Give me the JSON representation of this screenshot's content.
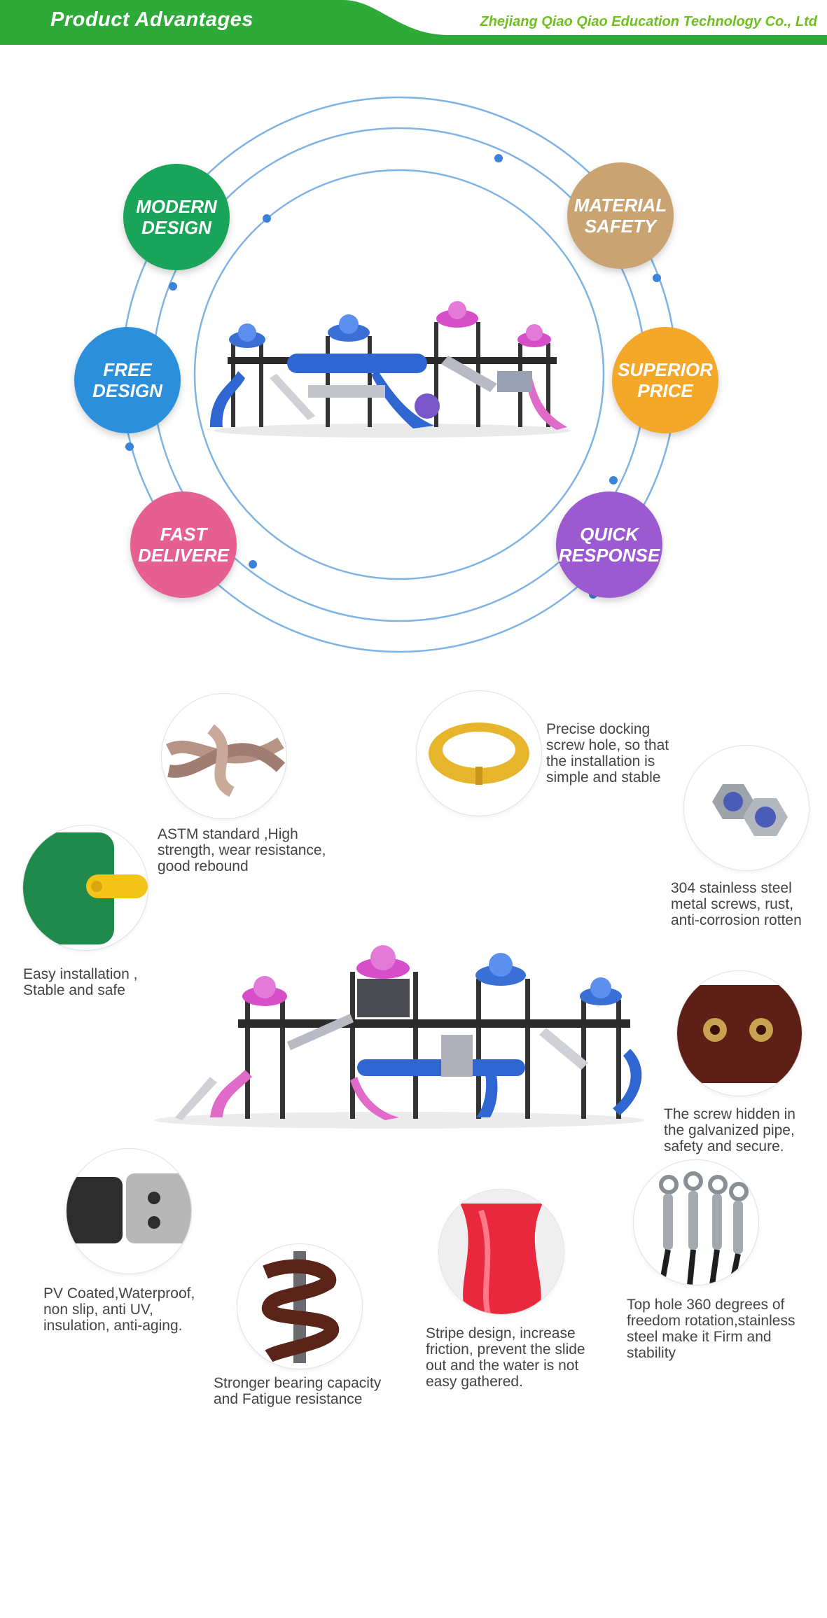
{
  "header": {
    "title": "Product Advantages",
    "company": "Zhejiang Qiao Qiao Education Technology Co., Ltd",
    "colors": {
      "bar": "#2eaa38",
      "company_text": "#6fbf1f"
    }
  },
  "advantages": [
    {
      "lines": [
        "MODERN",
        "DESIGN"
      ],
      "color": "#1aa45a"
    },
    {
      "lines": [
        "MATERIAL",
        "SAFETY"
      ],
      "color": "#c9a472"
    },
    {
      "lines": [
        "FREE",
        "DESIGN"
      ],
      "color": "#2b8fdc"
    },
    {
      "lines": [
        "SUPERIOR",
        "PRICE"
      ],
      "color": "#f3a82a"
    },
    {
      "lines": [
        "FAST",
        "DELIVERE"
      ],
      "color": "#e65f91"
    },
    {
      "lines": [
        "QUICK",
        "RESPONSE"
      ],
      "color": "#9c5ad0"
    }
  ],
  "features": [
    {
      "icon": "rope-knot-icon",
      "lines": [
        "ASTM standard ,High",
        "strength, wear resistance,",
        "good rebound"
      ]
    },
    {
      "icon": "pipe-clamp-icon",
      "lines": [
        "Precise docking",
        "screw hole, so that",
        "the installation is",
        "simple and stable"
      ]
    },
    {
      "icon": "hex-nut-icon",
      "lines": [
        "304 stainless steel",
        "metal screws, rust,",
        "anti-corrosion rotten"
      ]
    },
    {
      "icon": "panel-connector-icon",
      "lines": [
        "Easy installation ,",
        "Stable and safe"
      ]
    },
    {
      "icon": "hidden-screw-icon",
      "lines": [
        "The screw hidden in",
        "the galvanized pipe,",
        "safety and secure."
      ]
    },
    {
      "icon": "coated-chain-icon",
      "lines": [
        "PV Coated,Waterproof,",
        "non slip, anti UV,",
        "insulation, anti-aging."
      ]
    },
    {
      "icon": "spiral-slide-icon",
      "lines": [
        "Stronger bearing capacity",
        "and Fatigue resistance"
      ]
    },
    {
      "icon": "slide-surface-icon",
      "lines": [
        "Stripe design, increase",
        "friction, prevent the slide",
        "out and the water is not",
        "easy gathered."
      ]
    },
    {
      "icon": "swivel-hook-icon",
      "lines": [
        "Top hole 360 degrees of",
        "freedom rotation,stainless",
        "steel make it Firm and",
        "stability"
      ]
    }
  ]
}
